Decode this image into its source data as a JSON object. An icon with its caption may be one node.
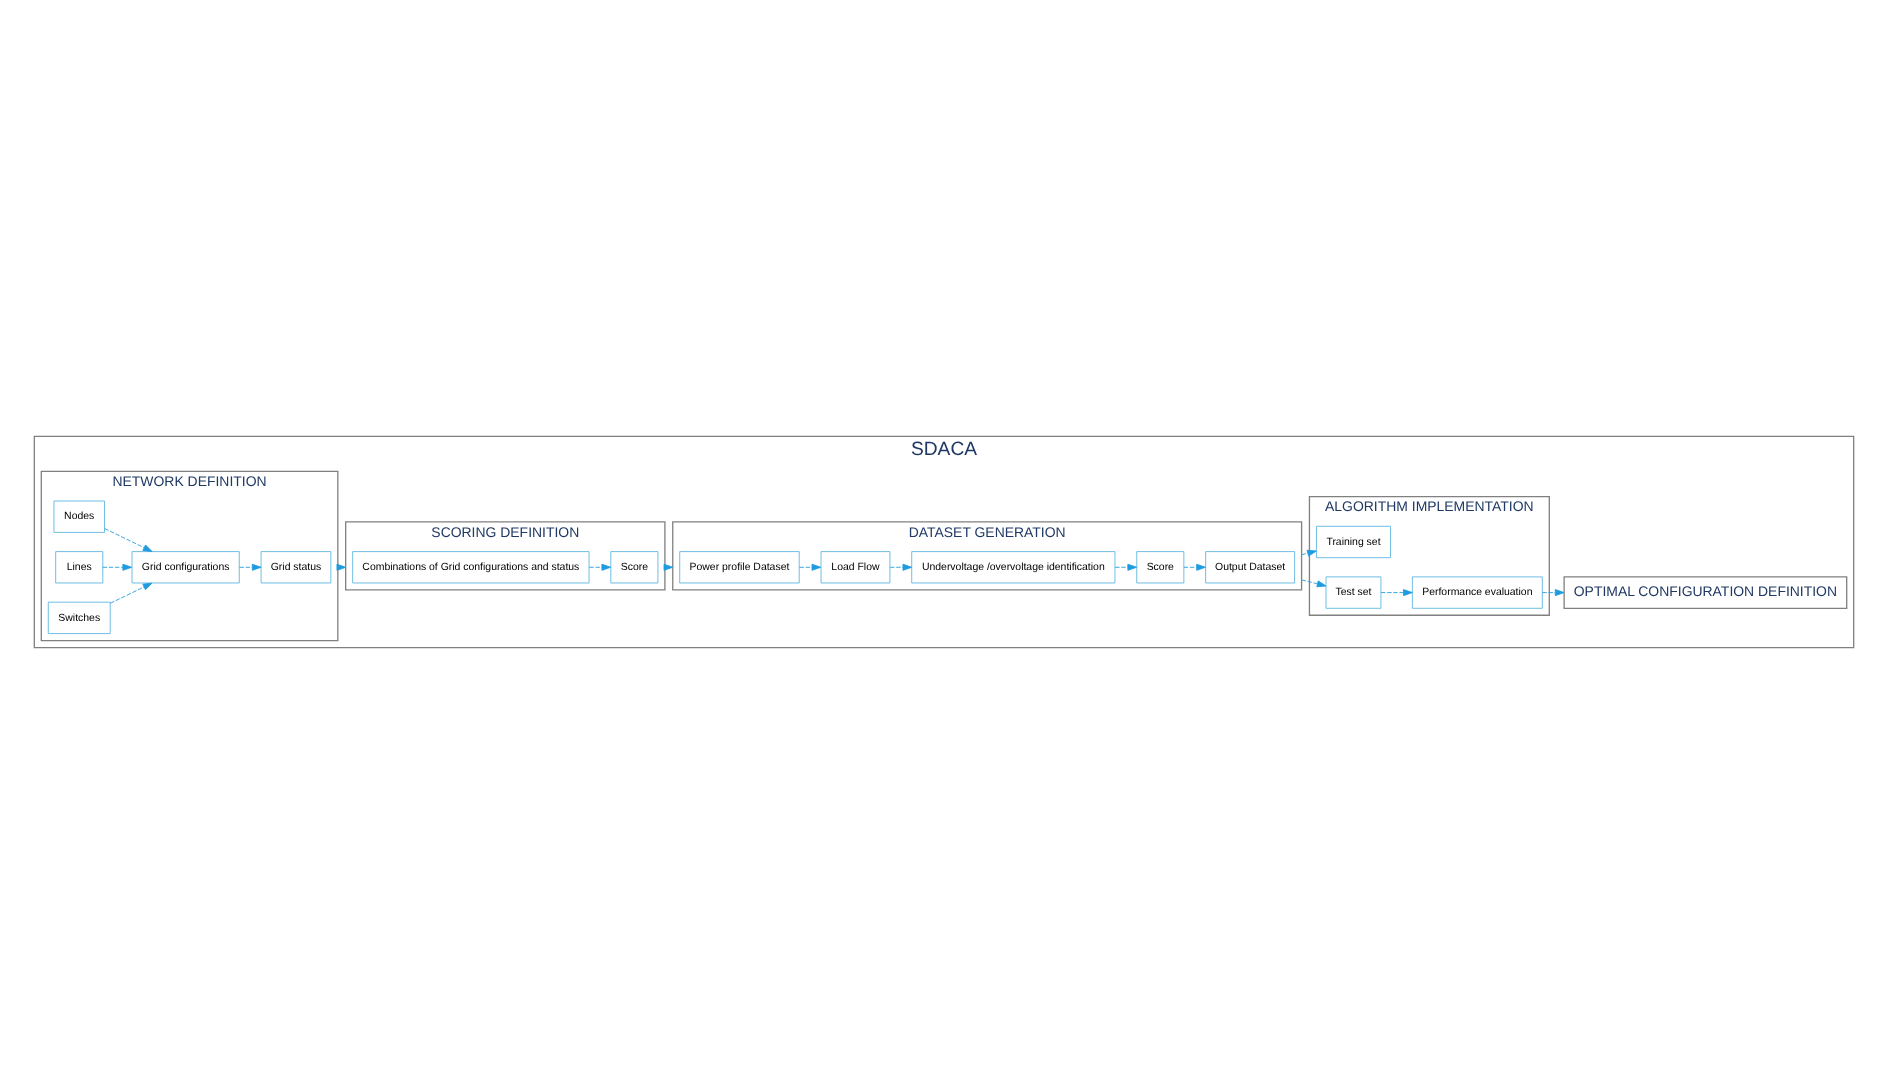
{
  "diagram": {
    "nodes": [
      {
        "text": [
          "SDACA"
        ]
      },
      {
        "text": [
          "NETWORK DEFINITION"
        ],
        "in": 0
      },
      {
        "text": [
          "Nodes"
        ],
        "in": 1
      },
      {
        "text": [
          "Lines"
        ],
        "in": 1
      },
      {
        "text": [
          "Switches"
        ],
        "in": 1
      },
      {
        "text": [
          "Grid configurations"
        ],
        "in": 1
      },
      {
        "text": [
          "Grid status"
        ],
        "in": 1
      },
      {
        "text": [
          "SCORING DEFINITION"
        ],
        "in": 0
      },
      {
        "text": [
          "Combinations of Grid configurations and status"
        ],
        "in": 7
      },
      {
        "text": [
          "Score"
        ],
        "in": 7
      },
      {
        "text": [
          "DATASET GENERATION"
        ],
        "in": 0
      },
      {
        "text": [
          "Power profile Dataset"
        ],
        "in": 10
      },
      {
        "text": [
          "Load Flow"
        ],
        "in": 10
      },
      {
        "text": [
          "Undervoltage /overvoltage identification"
        ],
        "in": 10
      },
      {
        "text": [
          "Score"
        ],
        "in": 10
      },
      {
        "text": [
          "Output Dataset"
        ],
        "in": 10
      },
      {
        "text": [
          "ALGORITHM IMPLEMENTATION"
        ],
        "in": 0
      },
      {
        "text": [
          "Training set"
        ],
        "in": 16
      },
      {
        "text": [
          "Test set"
        ],
        "in": 16
      },
      {
        "text": [
          "Performance evaluation"
        ],
        "in": 16
      },
      {
        "text": [
          "OPTIMAL CONFIGURATION DEFINITION"
        ],
        "in": 0
      }
    ],
    "edges": [
      {
        "from": 2,
        "to": 5,
        "arrow": "to",
        "style": "dashed"
      },
      {
        "from": 3,
        "to": 5,
        "arrow": "to",
        "style": "dashed"
      },
      {
        "from": 4,
        "to": 5,
        "arrow": "to",
        "style": "dashed"
      },
      {
        "from": 5,
        "to": 6,
        "arrow": "to",
        "style": "dashed"
      },
      {
        "from": 1,
        "to": 7,
        "arrow": "to",
        "style": "dashed"
      },
      {
        "from": 8,
        "to": 9,
        "arrow": "to",
        "style": "dashed"
      },
      {
        "from": 7,
        "to": 10,
        "arrow": "to",
        "style": "dashed"
      },
      {
        "from": 11,
        "to": 12,
        "arrow": "to",
        "style": "dashed"
      },
      {
        "from": 12,
        "to": 13,
        "arrow": "to",
        "style": "dashed"
      },
      {
        "from": 13,
        "to": 14,
        "arrow": "to",
        "style": "dashed"
      },
      {
        "from": 14,
        "to": 15,
        "arrow": "to",
        "style": "dashed"
      },
      {
        "from": 10,
        "to": 17,
        "arrow": "to",
        "style": "dashed"
      },
      {
        "from": 10,
        "to": 18,
        "arrow": "to",
        "style": "dashed"
      },
      {
        "from": 18,
        "to": 19,
        "arrow": "to",
        "style": "dashed"
      },
      {
        "from": 19,
        "to": 20,
        "arrow": "to",
        "style": "dashed"
      }
    ]
  }
}
